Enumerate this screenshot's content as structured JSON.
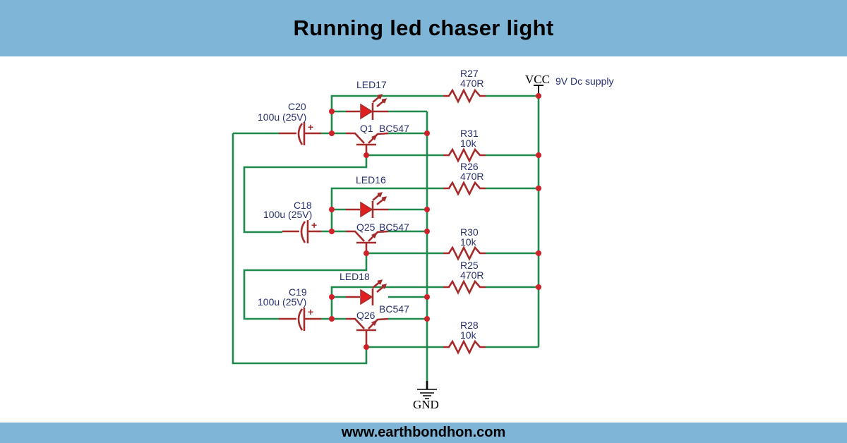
{
  "header": {
    "title": "Running led chaser light"
  },
  "footer": {
    "website": "www.earthbondhon.com"
  },
  "colors": {
    "banner": "#7fb5d7",
    "wire": "#1f8a4c",
    "component": "#a52a2a",
    "node": "#d0202a",
    "label": "#26306e"
  },
  "power": {
    "vcc_label": "VCC",
    "vcc_note": "9V Dc supply",
    "gnd_label": "GND"
  },
  "stages": [
    {
      "capacitor": {
        "ref": "C20",
        "value": "100u (25V)"
      },
      "led": {
        "ref": "LED17"
      },
      "transistor": {
        "ref": "Q1",
        "part": "BC547"
      },
      "collector_resistor": {
        "ref": "R27",
        "value": "470R"
      },
      "base_resistor": {
        "ref": "R31",
        "value": "10k"
      }
    },
    {
      "capacitor": {
        "ref": "C18",
        "value": "100u (25V)"
      },
      "led": {
        "ref": "LED16"
      },
      "transistor": {
        "ref": "Q25",
        "part": "BC547"
      },
      "collector_resistor": {
        "ref": "R26",
        "value": "470R"
      },
      "base_resistor": {
        "ref": "R30",
        "value": "10k"
      }
    },
    {
      "capacitor": {
        "ref": "C19",
        "value": "100u (25V)"
      },
      "led": {
        "ref": "LED18"
      },
      "transistor": {
        "ref": "Q26",
        "part": "BC547"
      },
      "collector_resistor": {
        "ref": "R25",
        "value": "470R"
      },
      "base_resistor": {
        "ref": "R28",
        "value": "10k"
      }
    }
  ],
  "cap_polarity": "+"
}
